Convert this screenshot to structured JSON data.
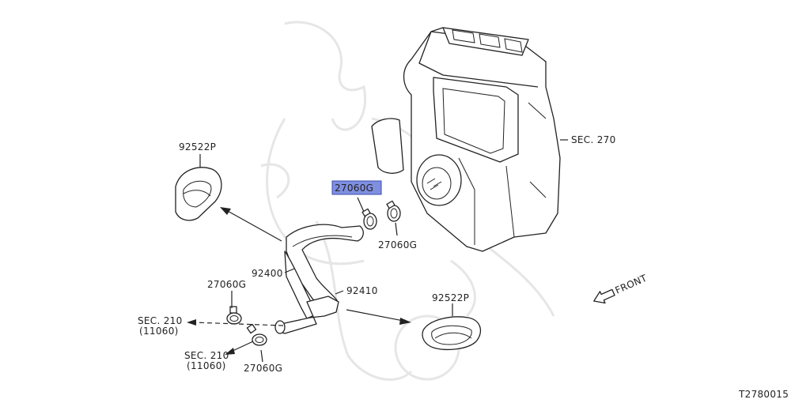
{
  "labels": {
    "grommet_upper": "92522P",
    "clamp_highlight": "27060G",
    "clamp_right": "27060G",
    "sec_270": "SEC. 270",
    "hose_92400": "92400",
    "hose_92410": "92410",
    "clamp_left_upper": "27060G",
    "sec_210_a": "SEC. 210",
    "sec_210_a_sub": "(11060)",
    "sec_210_b": "SEC. 210",
    "sec_210_b_sub": "(11060)",
    "clamp_left_lower": "27060G",
    "grommet_lower": "92522P",
    "front": "FRONT",
    "diagram_code": "T2780015"
  },
  "colors": {
    "highlight_fill": "#7f8fe0",
    "highlight_stroke": "#3c4cb0",
    "line": "#222222",
    "watermark": "#e6e6e6"
  }
}
